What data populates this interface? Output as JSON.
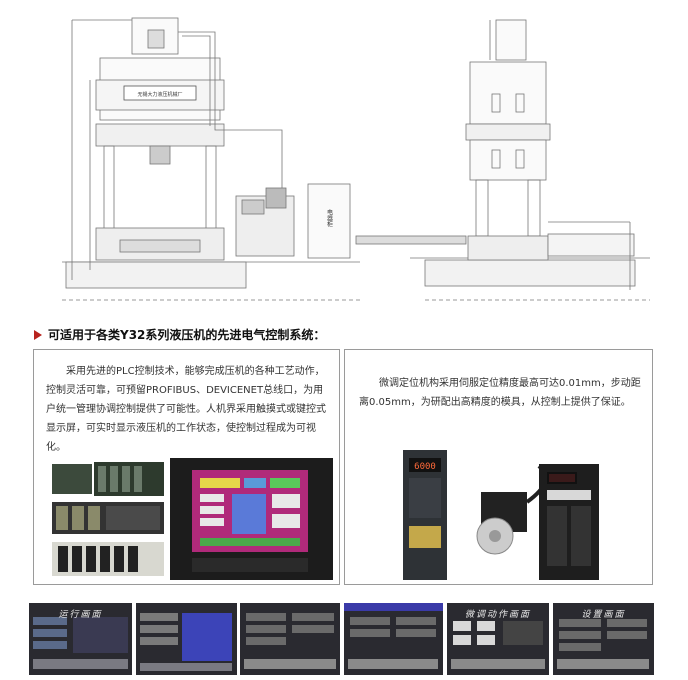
{
  "drawing": {
    "factory_label": "无锡大力液压机械厂",
    "cabinet_label": "电器柜"
  },
  "section": {
    "heading": "可适用于各类Y32系列液压机的先进电气控制系统："
  },
  "left_panel": {
    "text": "采用先进的PLC控制技术，能够完成压机的各种工艺动作，控制灵活可靠，可预留PROFIBUS、DEVICENET总线口，为用户统一管理协调控制提供了可能性。人机界采用触摸式或键控式显示屏，可实时显示液压机的工作状态，使控制过程成为可视化。"
  },
  "right_panel": {
    "text": "微调定位机构采用伺服定位精度最高可达0.01mm，步动距离0.05mm，为研配出高精度的模具，从控制上提供了保证。",
    "drive_display": "6000"
  },
  "screens": [
    {
      "title": "运行画面"
    },
    {
      "title": ""
    },
    {
      "title": ""
    },
    {
      "title": ""
    },
    {
      "title": "微调动作画面"
    },
    {
      "title": "设置画面"
    }
  ],
  "colors": {
    "accent": "#b8231e",
    "panel_border": "#9a9a9a",
    "screen_bg": "#2a2a30"
  }
}
